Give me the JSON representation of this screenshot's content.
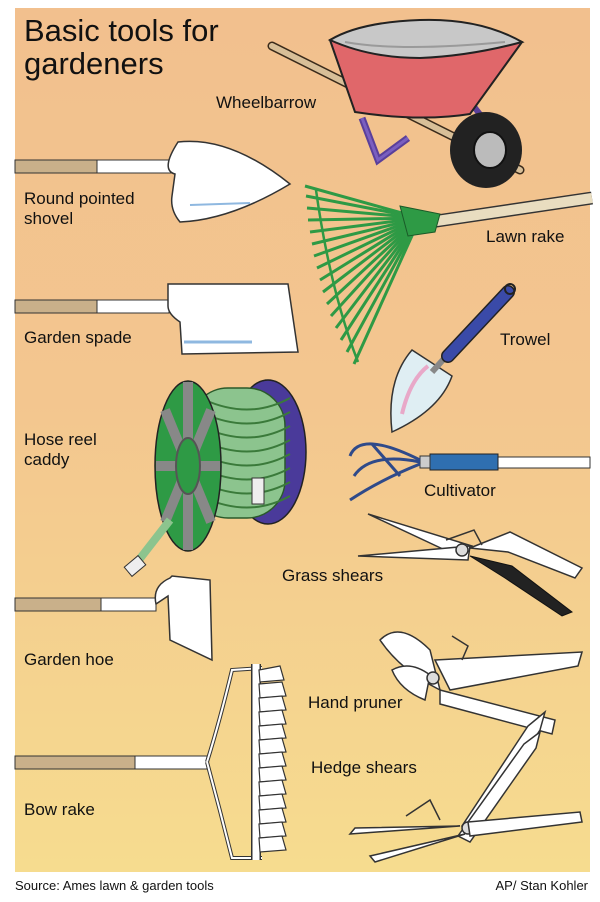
{
  "title": "Basic tools for gardeners",
  "labels": {
    "wheelbarrow": "Wheelbarrow",
    "shovel": "Round pointed shovel",
    "lawn_rake": "Lawn rake",
    "garden_spade": "Garden spade",
    "trowel": "Trowel",
    "hose_reel": "Hose reel caddy",
    "cultivator": "Cultivator",
    "grass_shears": "Grass shears",
    "garden_hoe": "Garden hoe",
    "hand_pruner": "Hand pruner",
    "hedge_shears": "Hedge shears",
    "bow_rake": "Bow rake"
  },
  "footer": {
    "source": "Source: Ames lawn & garden tools",
    "credit": "AP/ Stan Kohler"
  },
  "colors": {
    "background_top": "#f2c08e",
    "background_bottom": "#f6dc8f",
    "handle_wood": "#c9b08a",
    "wheelbarrow_tray": "#e0676a",
    "frame_purple": "#5a3f9a",
    "rake_green": "#2e9a45",
    "hose_green": "#8cc48e",
    "reel_green": "#2e9a45",
    "reel_purple": "#4a3a9a",
    "cultivator_blue": "#2f6fb0",
    "trowel_handle": "#3a4aa8"
  }
}
